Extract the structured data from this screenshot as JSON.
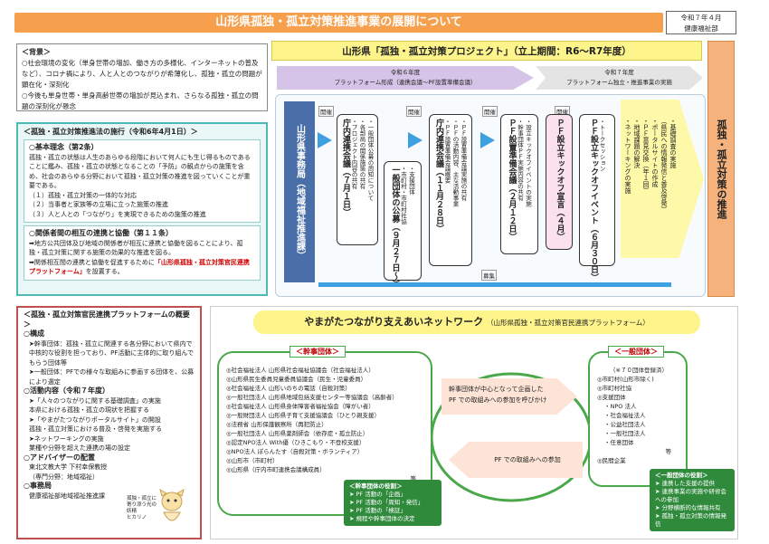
{
  "header": {
    "title": "山形県孤独・孤立対策推進事業の展開について",
    "date": "令和７年４月",
    "dept": "健康福祉部"
  },
  "background": {
    "heading": "＜背景＞",
    "items": [
      "○社会環境の変化（単身世帯の増加、働き方の多様化、インターネットの普及など）、コロナ禍により、人と人とのつながりが希薄化し、孤独・孤立の問題が顕在化・深刻化",
      "○今後も単身世帯・単身高齢世帯の増加が見込まれ、さらなる孤独・孤立の問題の深刻化が懸念"
    ]
  },
  "strategy": {
    "heading": "＜孤独・孤立対策推進法の施行（令和6年4月1日）＞",
    "principle_title": "○基本理念（第2条）",
    "principle_lines": [
      "孤独・孤立の状態は人生のあらゆる段階において何人にも生じ得るものであることに鑑み、孤独・孤立の状態となることの「予防」の観点からの施策を含め、社会のあらゆる分野において孤独・孤立対策の推進を図っていくことが重要である。",
      "（１）孤独・孤立対策の一体的な対応",
      "（２）当事者と家族等の立場に立った施策の推進",
      "（３）人と人との「つながり」を実現できるための施策の推進"
    ],
    "coop_title": "○関係者間の相互の連携と協働（第１１条）",
    "coop_lines": [
      "➡地方公共団体及び地域の関係者が相互に連携と協働を図ることにより、孤独・孤立対策に関する施策の効果的な推進を図る。",
      "➡関係相互間の連携と協働を促進するために"
    ],
    "coop_red": "「山形県孤独・孤立対策官民連携プラットフォーム」",
    "coop_end": "を設置する。"
  },
  "platform_desc": {
    "heading": "＜孤独・孤立対策官民連携プラットフォームの概要＞",
    "structure_title": "○構成",
    "structure_items": [
      "➤幹事団体：孤独・孤立に関連する各分野において県内で中核的な役割を担っており、PF活動に主体的に取り組んでもらう団体等",
      "➤一般団体：PFでの様々な取組みに参画する団体を、公募により選定"
    ],
    "activity_title": "○活動内容（令和７年度）",
    "activity_items": [
      "➤「人々のつながりに関する基礎調査」の実施",
      "本県における孤独・孤立の現状を把握する",
      "➤「やまがたつながりポータルサイト」の開設",
      "孤独・孤立対策における普及・啓発を実施する",
      "➤ネットワーキングの実施",
      "業種や分野を超えた連携の場の設定"
    ],
    "adviser_title": "○アドバイザーの配置",
    "adviser_lines": [
      "東北文教大学 下村幸保教授",
      "（専門分野：地域福祉）"
    ],
    "office_title": "○事務局",
    "office_line": "健康福祉部地域福祉推進課",
    "mascot": [
      "孤独・孤立に寄り添う光の妖精",
      "ヒカリノ"
    ]
  },
  "project": {
    "title": "山形県「孤独・孤立対策プロジェクト」（立上期間：R6〜R7年度）",
    "phase1": [
      "令和６年度",
      "プラットフォーム形成（連携会議〜PF設置準備会議）"
    ],
    "phase2": [
      "令和７年度",
      "プラットフォーム独立・推進事業の実施"
    ],
    "office": "山形県事務局（地域福祉推進課）",
    "tags": [
      "開催",
      "開催",
      "開催",
      "開催",
      "募集"
    ],
    "steps": [
      {
        "title": "庁内連携会議（７月１日）",
        "subs": [
          "・プロジェクト内容の共有",
          "・各部局の関係施策の共有",
          "・一般団体公募の周知について"
        ]
      },
      {
        "title": "一般団体の公募（９月２７日〜）",
        "subs": [
          "・市町村・市町村社協",
          "・支援団体"
        ]
      },
      {
        "title": "庁内連携会議（１１月２８日）",
        "subs": [
          "・ＰＦ設置準備会議概要",
          "・ＰＦの活動内容、主な活動事業",
          "・ＰＦ設置準備会議実施の共有"
        ]
      },
      {
        "title": "ＰＦ設置準備会議（２月１２日）",
        "subs": [
          "・幹事団体ＰＦ実施内容の共有",
          "・設立キックオフイベントの実施"
        ]
      },
      {
        "title": "ＰＦ設立キックオフ宣言（４月）",
        "subs": []
      },
      {
        "title": "ＰＦ設立キックオフイベント（６月３０日）",
        "subs": [
          "・トークセッション"
        ]
      },
      {
        "title": "",
        "subs": [
          "・ネットワーキングの実施",
          "・地域課題の解決",
          "・ＰＦ意見交換（年１回）",
          "・ポータルサイトの作成",
          "（県民への情報発信と普及啓発）",
          "・基礎調査の実施"
        ]
      }
    ],
    "pillar": "孤独・孤立対策の推進"
  },
  "network": {
    "title": "やまがたつながり支えあいネットワーク",
    "subtitle": "（山形県孤独・孤立対策官民連携プラットフォーム）",
    "kanji_label": "＜幹事団体＞",
    "kanji_items": [
      "◎社会福祉法人 山形県社会福祉協議会（社会福祉法人）",
      "◎山形県民生委員児童委員協議会（民生・児童委員）",
      "◎社会福祉法人 山形いのちの電話（自殺対策）",
      "◎一般社団法人 山形県地域包括支援センター等協議会（高齢者）",
      "◎社会福祉法人 山形県身体障害者福祉協会（障がい者）",
      "◎一般財団法人 山形県子育て支援協議会（ひとり親支援）",
      "◎法務省 山形保護観察所（再犯防止）",
      "◎一般社団法人 山形県薬剤師会（依存症・孤立防止）",
      "◎認定NPO法人 With優（ひきこもり・不登校支援）",
      "◎NPO法人 ぽらんたす（自殺対策・ボランティア）",
      "◎山形市（市町村）",
      "◎山形県（庁内市町連携会議構成員）"
    ],
    "kanji_etc": "等",
    "kanji_roles_title": "＜幹事団体の役割＞",
    "kanji_roles": [
      "➤ PF 活動の「企画」",
      "➤ PF 活動の「周知・発信」",
      "➤ PF 活動の「検証」",
      "➤ 規程や幹事団体の決定"
    ],
    "arrow_right": [
      "幹事団体が中心となって企画した",
      "PF での取組みへの参加を呼びかけ"
    ],
    "arrow_left": "PF での取組みへの参加",
    "general_label": "＜一般団体＞",
    "general_count": "（※７０団体登録済）",
    "general_items": [
      "◎市町村(山形市除く)",
      "◎市町村社協",
      "◎支援団体",
      "・NPO 法人",
      "・社会福祉法人",
      "・公益社団法人",
      "・一般社団法人",
      "・任意団体",
      "等",
      "◎民間企業"
    ],
    "general_roles_title": "＜一般団体の役割＞",
    "general_roles": [
      "➤ 連携した支援の提供",
      "➤ 連携事業の実施や研修会への参加",
      "➤ 分野横断的な情報共有",
      "➤ 孤独・孤立対策の情報発信"
    ]
  }
}
